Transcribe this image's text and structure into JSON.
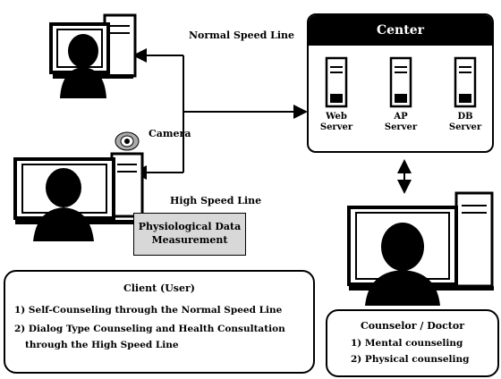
{
  "labels": {
    "normal_speed_line": "Normal Speed Line",
    "camera": "Camera",
    "high_speed_line": "High Speed Line"
  },
  "center": {
    "title": "Center",
    "servers": [
      {
        "line1": "Web",
        "line2": "Server"
      },
      {
        "line1": "AP",
        "line2": "Server"
      },
      {
        "line1": "DB",
        "line2": "Server"
      }
    ]
  },
  "measurement": {
    "line1": "Physiological Data",
    "line2": "Measurement"
  },
  "client_box": {
    "title": "Client (User)",
    "item1": "1) Self-Counseling through the Normal Speed Line",
    "item2_line1": "2) Dialog Type Counseling and Health Consultation",
    "item2_line2": "through the High Speed Line"
  },
  "counselor_box": {
    "title": "Counselor / Doctor",
    "item1": "1) Mental counseling",
    "item2": "2) Physical counseling"
  }
}
